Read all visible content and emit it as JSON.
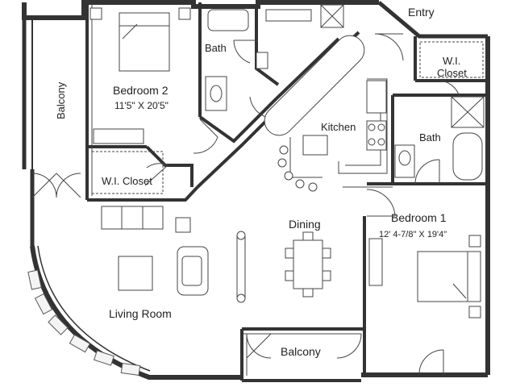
{
  "plan": {
    "labels": {
      "entry": "Entry",
      "bath_top": "Bath",
      "wi_closet_right_line1": "W.I.",
      "wi_closet_right_line2": "Closet",
      "balcony_left": "Balcony",
      "bedroom2": "Bedroom 2",
      "bedroom2_dims": "11'5\" X 20'5\"",
      "kitchen": "Kitchen",
      "bath_right": "Bath",
      "wi_closet_left": "W.I. Closet",
      "bedroom1": "Bedroom 1",
      "bedroom1_dims": "12' 4-7/8\" X 19'4\"",
      "dining": "Dining",
      "living_room": "Living Room",
      "balcony_bottom": "Balcony"
    }
  }
}
